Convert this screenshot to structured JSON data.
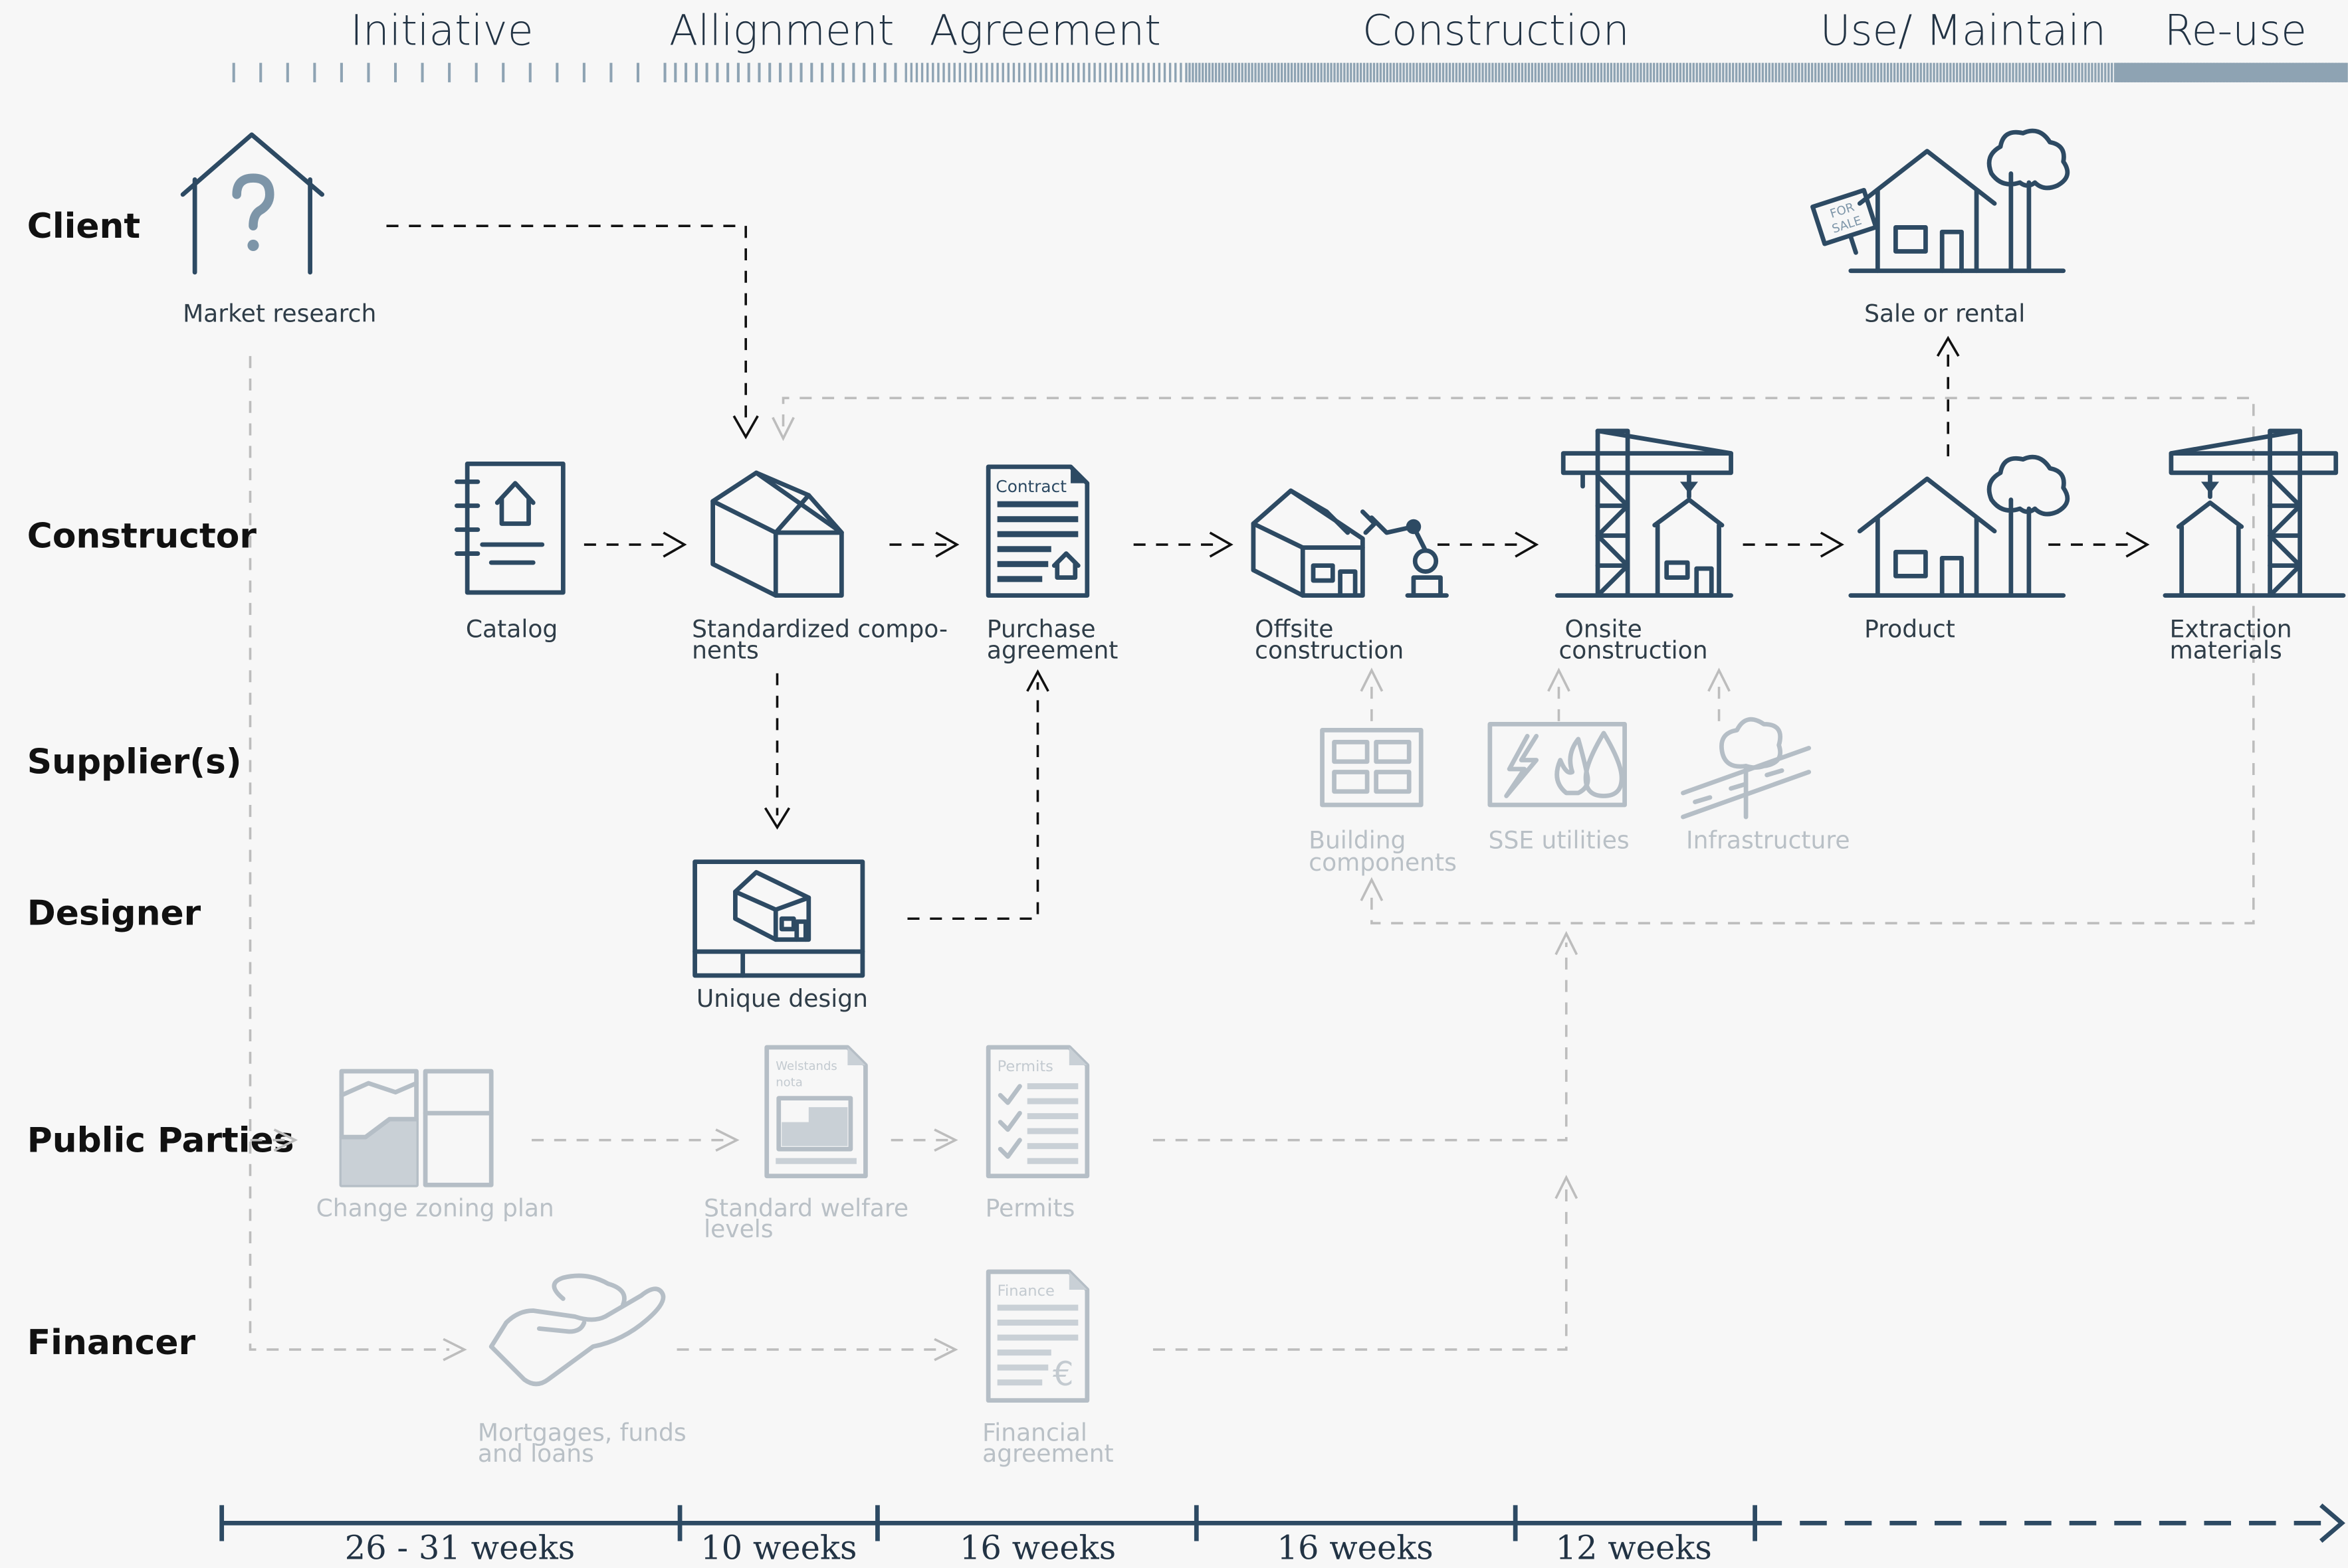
{
  "phases": [
    "Initiative",
    "Allignment",
    "Agreement",
    "Construction",
    "Use/ Maintain",
    "Re-use"
  ],
  "actors": [
    "Client",
    "Constructor",
    "Supplier(s)",
    "Designer",
    "Public Parties",
    "Financer"
  ],
  "steps": {
    "market_research": "Market research",
    "sale_or_rental": "Sale or rental",
    "catalog": "Catalog",
    "standardized_components_1": "Standardized compo-",
    "standardized_components_2": "nents",
    "purchase_agreement_1": "Purchase",
    "purchase_agreement_2": "agreement",
    "offsite_construction_1": "Offsite",
    "offsite_construction_2": "construction",
    "onsite_construction_1": "Onsite",
    "onsite_construction_2": "construction",
    "product": "Product",
    "extraction_materials_1": "Extraction",
    "extraction_materials_2": "materials",
    "building_components_1": "Building",
    "building_components_2": "components",
    "sse_utilities": "SSE utilities",
    "infrastructure": "Infrastructure",
    "unique_design": "Unique design",
    "change_zoning_plan": "Change zoning plan",
    "standard_welfare_levels_1": "Standard welfare",
    "standard_welfare_levels_2": "levels",
    "permits": "Permits",
    "mortgages_1": "Mortgages, funds",
    "mortgages_2": "and loans",
    "financial_agreement_1": "Financial",
    "financial_agreement_2": "agreement"
  },
  "icon_text": {
    "contract": "Contract",
    "for_sale_1": "FOR",
    "for_sale_2": "SALE",
    "welstands_1": "Welstands",
    "welstands_2": "nota",
    "permits_doc": "Permits",
    "finance_doc": "Finance",
    "euro": "€"
  },
  "durations": [
    "26 - 31 weeks",
    "10 weeks",
    "16 weeks",
    "16 weeks",
    "12 weeks"
  ],
  "colors": {
    "accent": "#2d4a63",
    "faded": "#b5bec6",
    "arrow_active": "#111111",
    "arrow_inactive": "#bdbdbd"
  }
}
